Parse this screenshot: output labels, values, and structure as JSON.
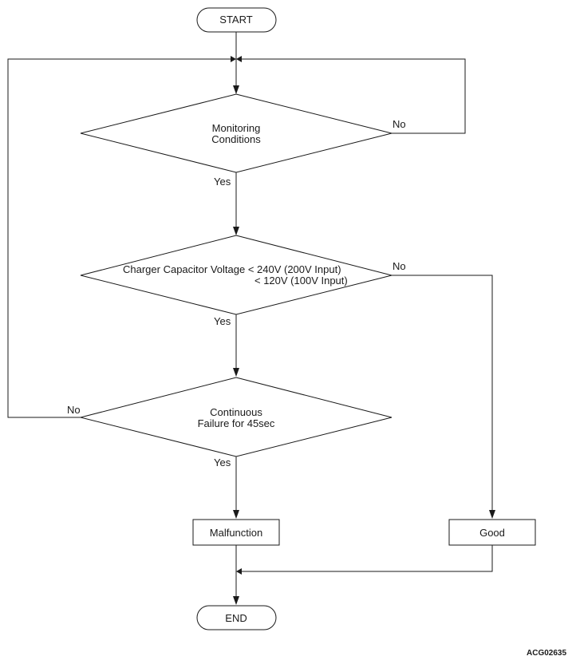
{
  "flowchart": {
    "start": "START",
    "end": "END",
    "decision_monitoring": {
      "line1": "Monitoring",
      "line2": "Conditions"
    },
    "decision_voltage": {
      "line1": "Charger Capacitor Voltage < 240V (200V Input)",
      "line2": "< 120V (100V Input)"
    },
    "decision_continuous": {
      "line1": "Continuous",
      "line2": "Failure for 45sec"
    },
    "process_malfunction": "Malfunction",
    "process_good": "Good",
    "labels": {
      "yes": "Yes",
      "no": "No"
    }
  },
  "figure_code": "ACG02635"
}
